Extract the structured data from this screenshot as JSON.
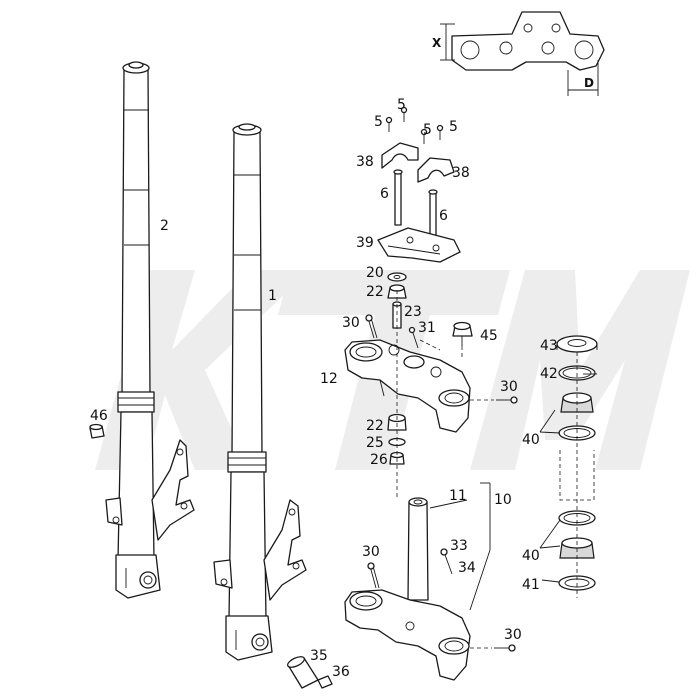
{
  "labels": {
    "p1": "1",
    "p2": "2",
    "p5a": "5",
    "p5b": "5",
    "p5c": "5",
    "p5d": "5",
    "p6a": "6",
    "p6b": "6",
    "p10": "10",
    "p11": "11",
    "p12": "12",
    "p20": "20",
    "p22a": "22",
    "p22b": "22",
    "p23": "23",
    "p25": "25",
    "p26": "26",
    "p30a": "30",
    "p30b": "30",
    "p30c": "30",
    "p30d": "30",
    "p31": "31",
    "p33": "33",
    "p34": "34",
    "p35": "35",
    "p36": "36",
    "p38a": "38",
    "p38b": "38",
    "p39": "39",
    "p40a": "40",
    "p40b": "40",
    "p41": "41",
    "p42": "42",
    "p43": "43",
    "p45": "45",
    "p46": "46"
  },
  "dimensions": {
    "x": "X",
    "d": "D"
  },
  "watermark": "KTM"
}
